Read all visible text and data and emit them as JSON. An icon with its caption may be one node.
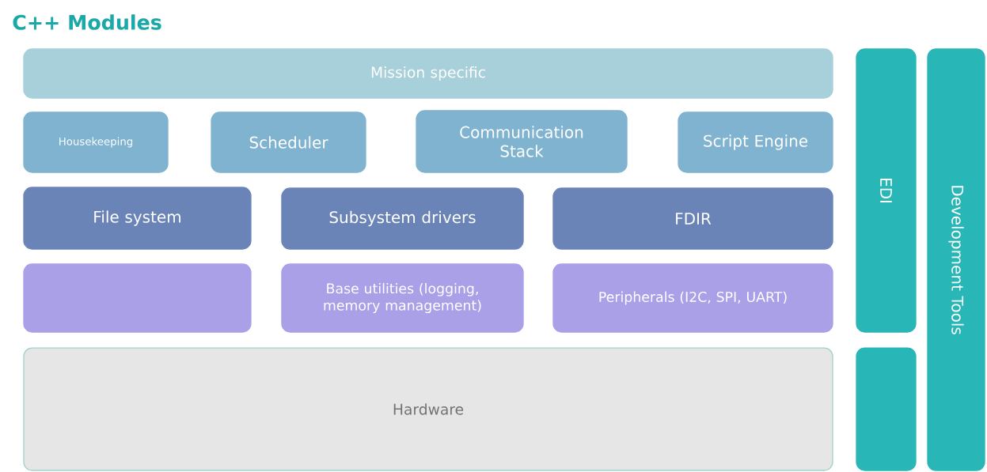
{
  "diagram": {
    "title": "C++ Modules",
    "nodes": [
      {
        "text": [
          "Mission specific"
        ]
      },
      {
        "text": [
          "Housekeeping"
        ]
      },
      {
        "text": [
          "Scheduler"
        ]
      },
      {
        "text": [
          "Communication Stack"
        ]
      },
      {
        "text": [
          "Script Engine"
        ]
      },
      {
        "text": [
          "File system"
        ]
      },
      {
        "text": [
          "Subsystem drivers"
        ]
      },
      {
        "text": [
          "FDIR"
        ]
      },
      {
        "text": [],
        "shape": "box"
      },
      {
        "text": [
          "Base utilities (logging, memory management)"
        ]
      },
      {
        "text": [
          "Peripherals (I2C, SPI, UART)"
        ]
      },
      {
        "text": [
          "Hardware"
        ]
      },
      {
        "text": [
          "EDI"
        ]
      },
      {
        "text": [],
        "shape": "box"
      },
      {
        "text": [
          "Development Tools"
        ]
      }
    ]
  }
}
